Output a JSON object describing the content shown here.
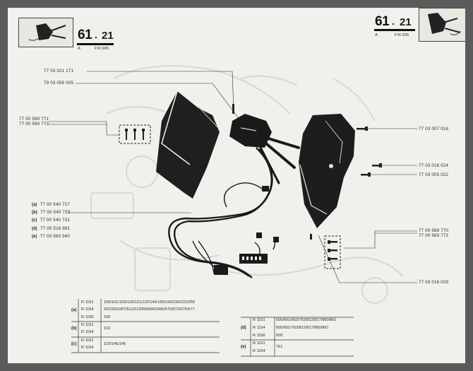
{
  "header": {
    "left": {
      "number": "61",
      "sub": "21",
      "letter": "A",
      "code": "P.R.995"
    },
    "right": {
      "number": "61",
      "sub": "21",
      "letter": "A",
      "code": "P.R.995"
    }
  },
  "callouts": {
    "left": [
      "77 03 021 171",
      "79 03 056 005",
      "77 00 569 771",
      "77 00 569 773"
    ],
    "variants": [
      {
        "key": "(a)",
        "ref": "77 00 540 727"
      },
      {
        "key": "(b)",
        "ref": "77 00 540 729"
      },
      {
        "key": "(c)",
        "ref": "77 00 540 731"
      },
      {
        "key": "(d)",
        "ref": "77 00 518 891"
      },
      {
        "key": "(e)",
        "ref": "77 00 563 340"
      }
    ],
    "right": [
      "77 03 007 016",
      "77 03 016 024",
      "77 03 005 022",
      "77 00 569 770",
      "77 00 569 772",
      "77 03 016 029"
    ]
  },
  "tables": {
    "left": [
      {
        "key": "(a)",
        "rows": [
          {
            "model": "R 1151",
            "refs": "100/101/103/120/121/122/144/160/166/220/222/250"
          },
          {
            "model": "R 1154",
            "refs": "262/263/267/511/513/568/562/566/570/572/576/577"
          },
          {
            "model": "R 1156",
            "refs": "100"
          }
        ]
      },
      {
        "key": "(b)",
        "rows": [
          {
            "model": "R 1151",
            "refs": "102"
          },
          {
            "model": "R 1154",
            "refs": "102"
          }
        ]
      },
      {
        "key": "(c)",
        "rows": [
          {
            "model": "R 1151",
            "refs": "123/145/146"
          },
          {
            "model": "R 1154",
            "refs": "123/145/146"
          }
        ]
      }
    ],
    "right": [
      {
        "key": "(d)",
        "rows": [
          {
            "model": "R 1151",
            "refs": "600/601/663/763/812/817/860/861"
          },
          {
            "model": "R 1154",
            "refs": "600/601/763/812/817/860/861"
          },
          {
            "model": "R 1156",
            "refs": "600"
          }
        ]
      },
      {
        "key": "(e)",
        "rows": [
          {
            "model": "R 1151",
            "refs": "761"
          },
          {
            "model": "R 1154",
            "refs": "761"
          }
        ]
      }
    ]
  }
}
